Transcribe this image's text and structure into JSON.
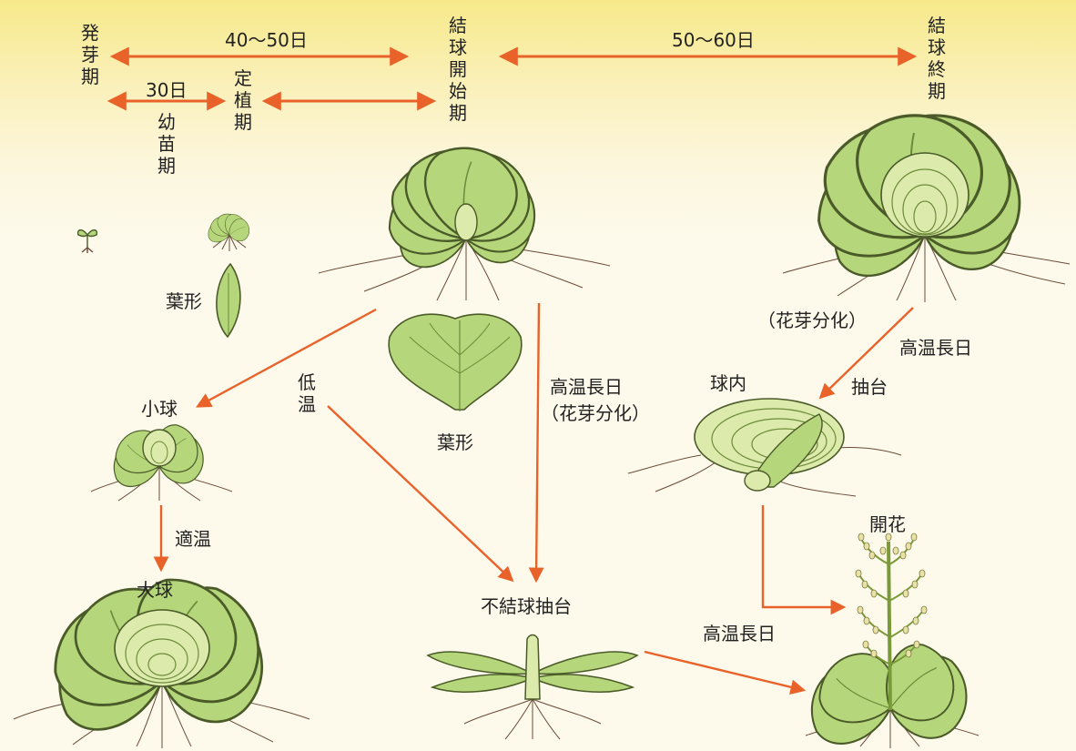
{
  "stages": {
    "germination": "発芽期",
    "seedling": "幼苗期",
    "planting": "定植期",
    "heading_start": "結球開始期",
    "heading_end": "結球終期"
  },
  "durations": {
    "germ_to_head": "40～50日",
    "germ_to_plant": "30日",
    "head_start_to_end": "50～60日"
  },
  "labels": {
    "leaf_shape_1": "葉形",
    "leaf_shape_2": "葉形",
    "small_head": "小球",
    "optimal_temp": "適温",
    "large_head": "大球",
    "low_temp": "低温",
    "high_temp_long_day_1": "高温長日",
    "flower_bud_1": "（花芽分化）",
    "non_heading_bolting": "不結球抽台",
    "flower_bud_2": "（花芽分化）",
    "high_temp_long_day_2": "高温長日",
    "inside_head": "球内",
    "bolting": "抽台",
    "flowering": "開花",
    "high_temp_long_day_3": "高温長日"
  },
  "colors": {
    "arrow": "#e8622a",
    "leaf": "#b5d67a",
    "leaf_light": "#dcebab",
    "outline": "#4a5a28",
    "root": "#6b4a3a"
  }
}
